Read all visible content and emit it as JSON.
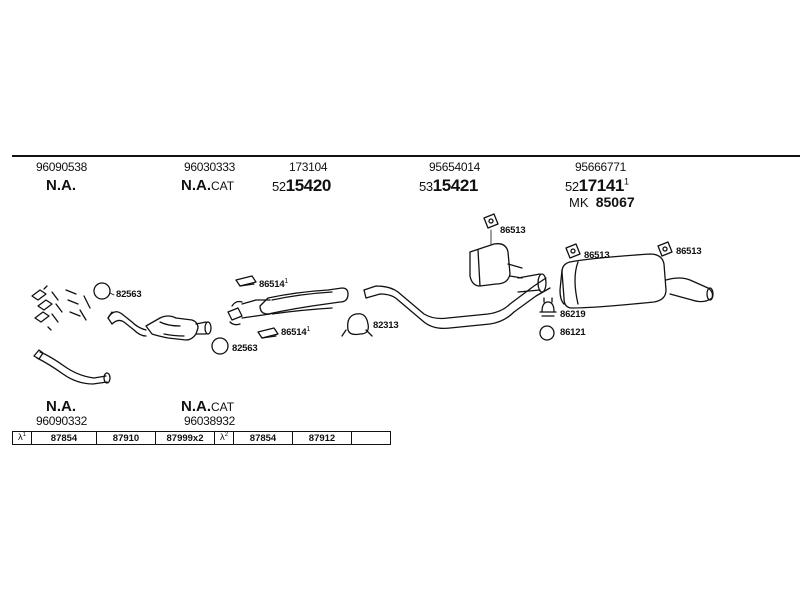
{
  "header": {
    "col1": {
      "code": "96090538",
      "name": "N.A."
    },
    "col2": {
      "code": "96030333",
      "name": "N.A.",
      "suffix": "CAT"
    },
    "col3": {
      "code": "173104",
      "prefix": "52",
      "number": "15420"
    },
    "col4": {
      "code": "95654014",
      "prefix": "53",
      "number": "15421"
    },
    "col5": {
      "code": "95666771",
      "prefix": "52",
      "number": "17141",
      "sup": "1",
      "mk_prefix": "MK",
      "mk_number": "85067"
    }
  },
  "parts": {
    "p86513_a": "86513",
    "p86513_b": "86513",
    "p86513_c": "86513",
    "p82563_a": "82563",
    "p82563_b": "82563",
    "p86514_a": "86514",
    "p86514_a_sup": "1",
    "p86514_b": "86514",
    "p86514_b_sup": "1",
    "p82313": "82313",
    "p86219": "86219",
    "p86121": "86121"
  },
  "footer": {
    "left": {
      "name": "N.A.",
      "code": "96090332"
    },
    "right": {
      "name": "N.A.",
      "suffix": "CAT",
      "code": "96038932"
    }
  },
  "lambda_table": {
    "row1_symbol": "λ",
    "row1_sup": "1",
    "row1": [
      "87854",
      "87910",
      "87999x2"
    ],
    "row2_symbol": "λ",
    "row2_sup": "2",
    "row2": [
      "87854",
      "87912",
      ""
    ]
  }
}
